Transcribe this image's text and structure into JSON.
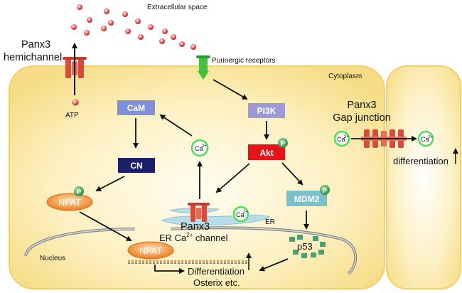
{
  "labels": {
    "extracellular": "Extracellular space",
    "panx3_hemi_line1": "Panx3",
    "panx3_hemi_line2": "hemichannel",
    "purinergic": "Purinergic receptors",
    "cytoplasm": "Cytoplasm",
    "atp": "ATP",
    "cam": "CaM",
    "pi3k": "PI3K",
    "akt": "Akt",
    "cn": "CN",
    "nfat_cyto": "NFAT",
    "nfat_nuc": "NFAT",
    "mdm2": "MDM2",
    "p53": "p53",
    "p_mark": "P",
    "ca": "Ca",
    "ca_sup": "2+",
    "er": "ER",
    "panx3_er_line1": "Panx3",
    "panx3_er_line2": "ER Ca",
    "panx3_er_sup": "2+",
    "panx3_er_tail": " channel",
    "nucleus": "Nucleus",
    "diff_line1": "Differentiation",
    "diff_line2": "Osterix etc.",
    "gap_line1": "Panx3",
    "gap_line2": "Gap junction",
    "differentiation_right": "differentiation"
  },
  "colors": {
    "cell_fill": "#fbe7a4",
    "cam_box": "#7f8fd8",
    "pi3k_box": "#9a9ad8",
    "akt_box": "#e8121b",
    "cn_box": "#1d1f6b",
    "mdm2_box": "#7cc0cc",
    "nfat_orange": "#f08a2c",
    "p_green": "#3d9a50",
    "ca_green": "#4fdc56",
    "atp_red": "#d83c2c",
    "channel_red": "#d84a3a",
    "receptor_green": "#44c040",
    "er_blue": "#a8d4e0",
    "p53_green": "#4aa074"
  }
}
